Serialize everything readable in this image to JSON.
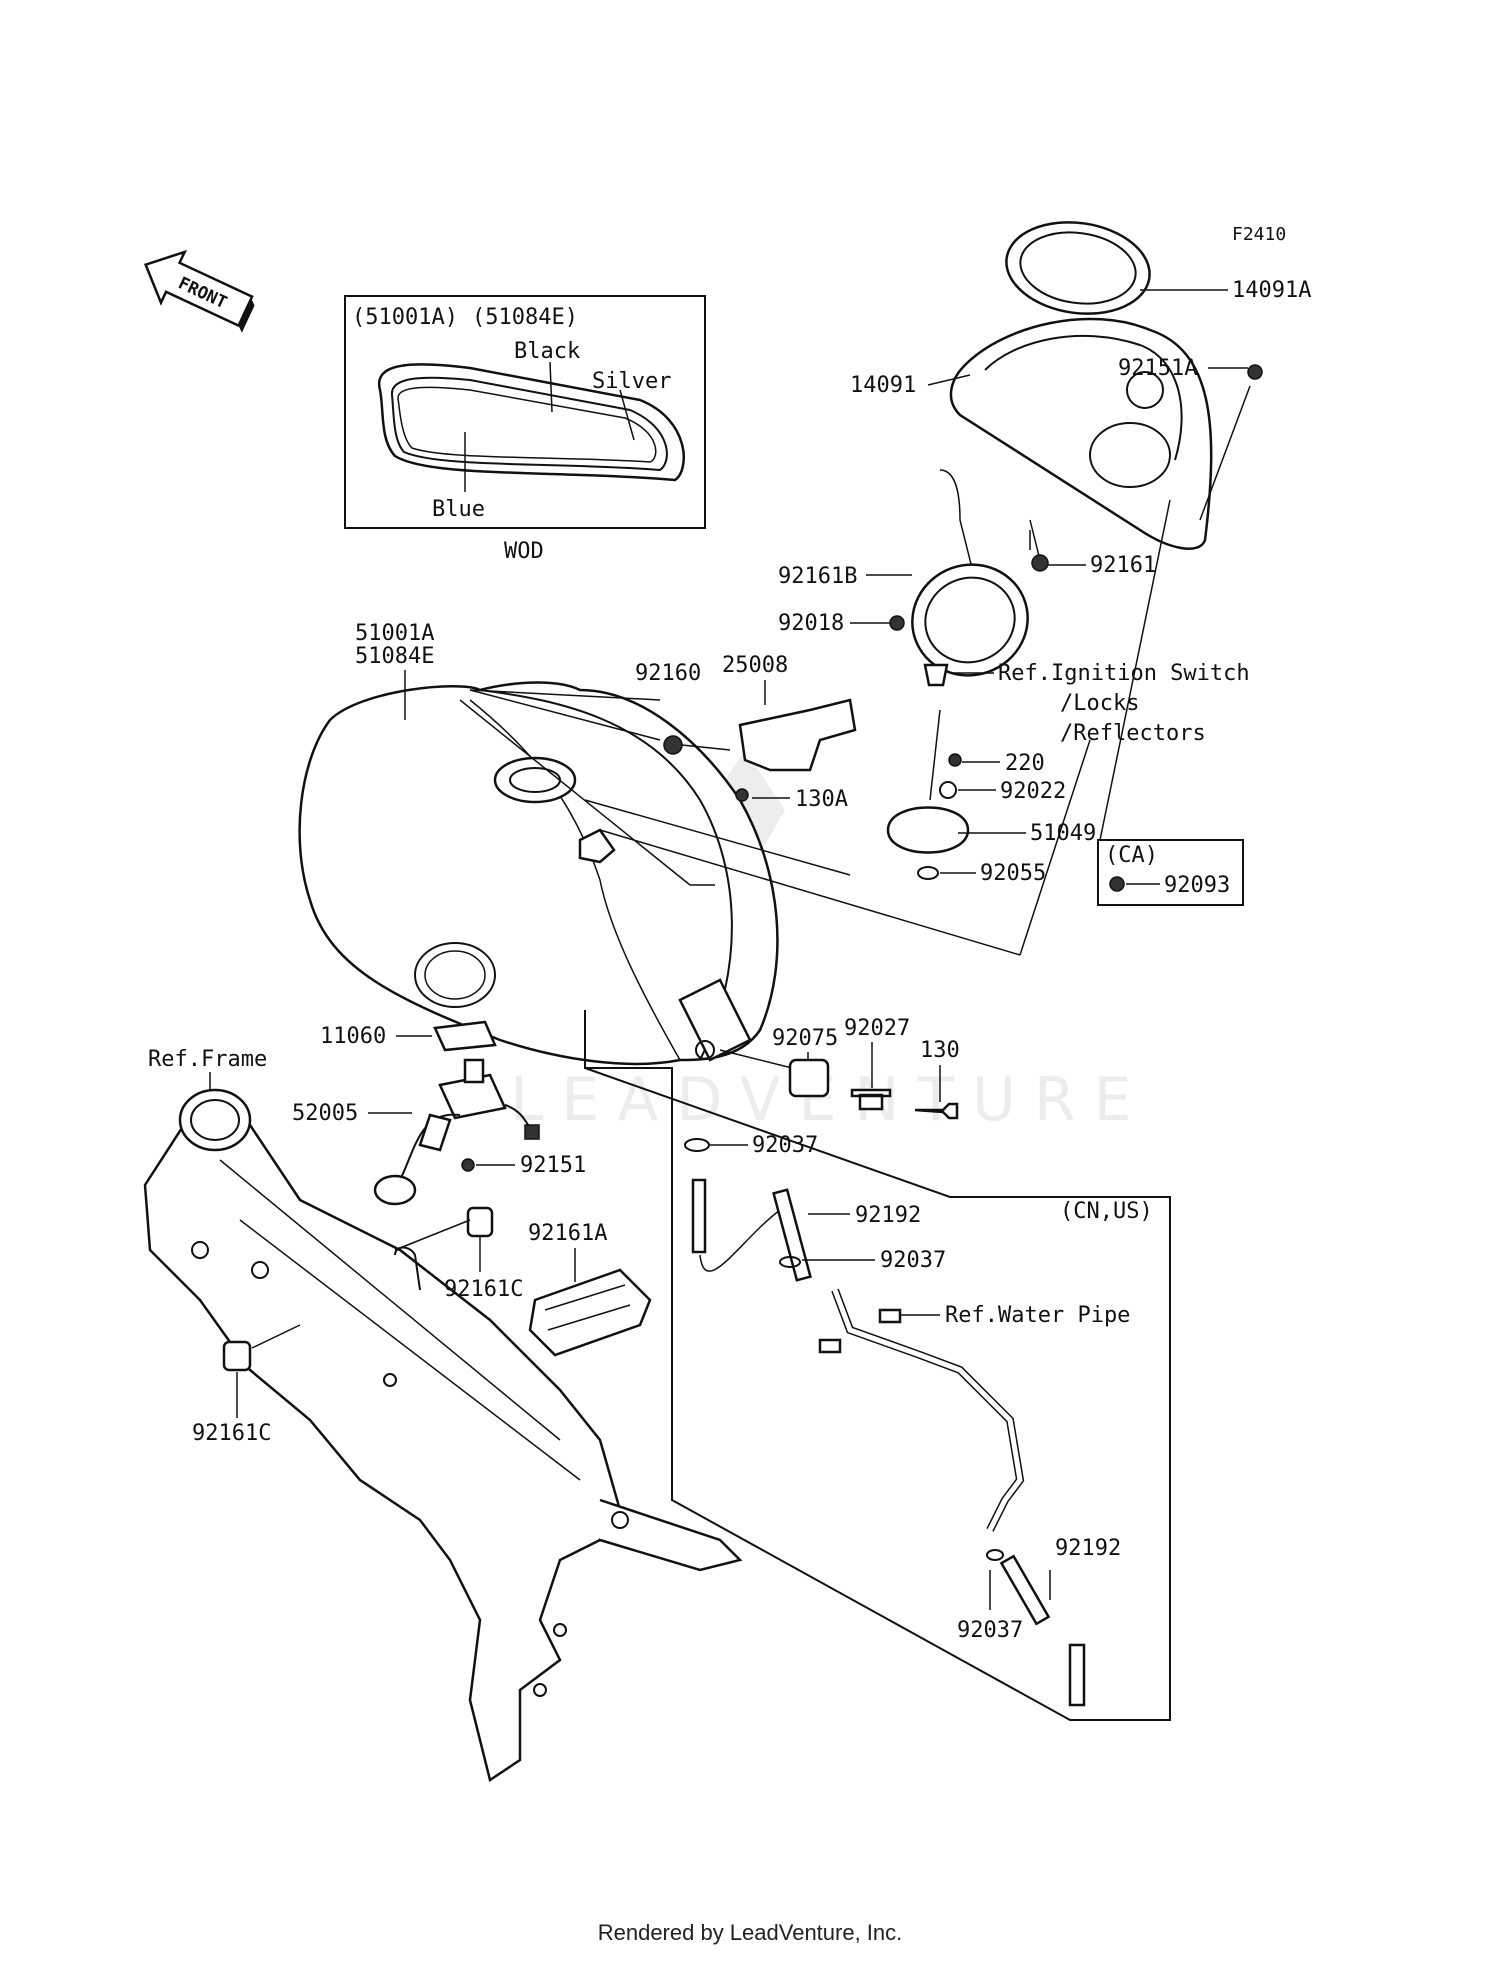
{
  "diagram_code": "F2410",
  "front_label": "FRONT",
  "inset": {
    "header_a": "(51001A)",
    "header_b": "(51084E)",
    "color_black": "Black",
    "color_silver": "Silver",
    "color_blue": "Blue",
    "caption": "WOD"
  },
  "watermark": "LEADVENTURE",
  "parts": {
    "p14091A": "14091A",
    "p14091": "14091",
    "p92151A": "92151A",
    "p92161": "92161",
    "p92161B": "92161B",
    "p92018": "92018",
    "p51001A": "51001A",
    "p51084E": "51084E",
    "p92160": "92160",
    "p25008": "25008",
    "p130A": "130A",
    "p220": "220",
    "p92022": "92022",
    "p51049": "51049",
    "p92055": "92055",
    "p92093": "92093",
    "p11060": "11060",
    "p52005": "52005",
    "p92151": "92151",
    "p92075": "92075",
    "p92027": "92027",
    "p130": "130",
    "p92037_a": "92037",
    "p92192_a": "92192",
    "p92037_b": "92037",
    "p92161A": "92161A",
    "p92161C_a": "92161C",
    "p92161C_b": "92161C",
    "p92192_b": "92192",
    "p92037_c": "92037"
  },
  "references": {
    "ignition_1": "Ref.Ignition Switch",
    "ignition_2": "/Locks",
    "ignition_3": "/Reflectors",
    "frame": "Ref.Frame",
    "water_pipe": "Ref.Water Pipe"
  },
  "region_ca": "(CA)",
  "region_cn_us": "(CN,US)",
  "footer": "Rendered by LeadVenture, Inc."
}
